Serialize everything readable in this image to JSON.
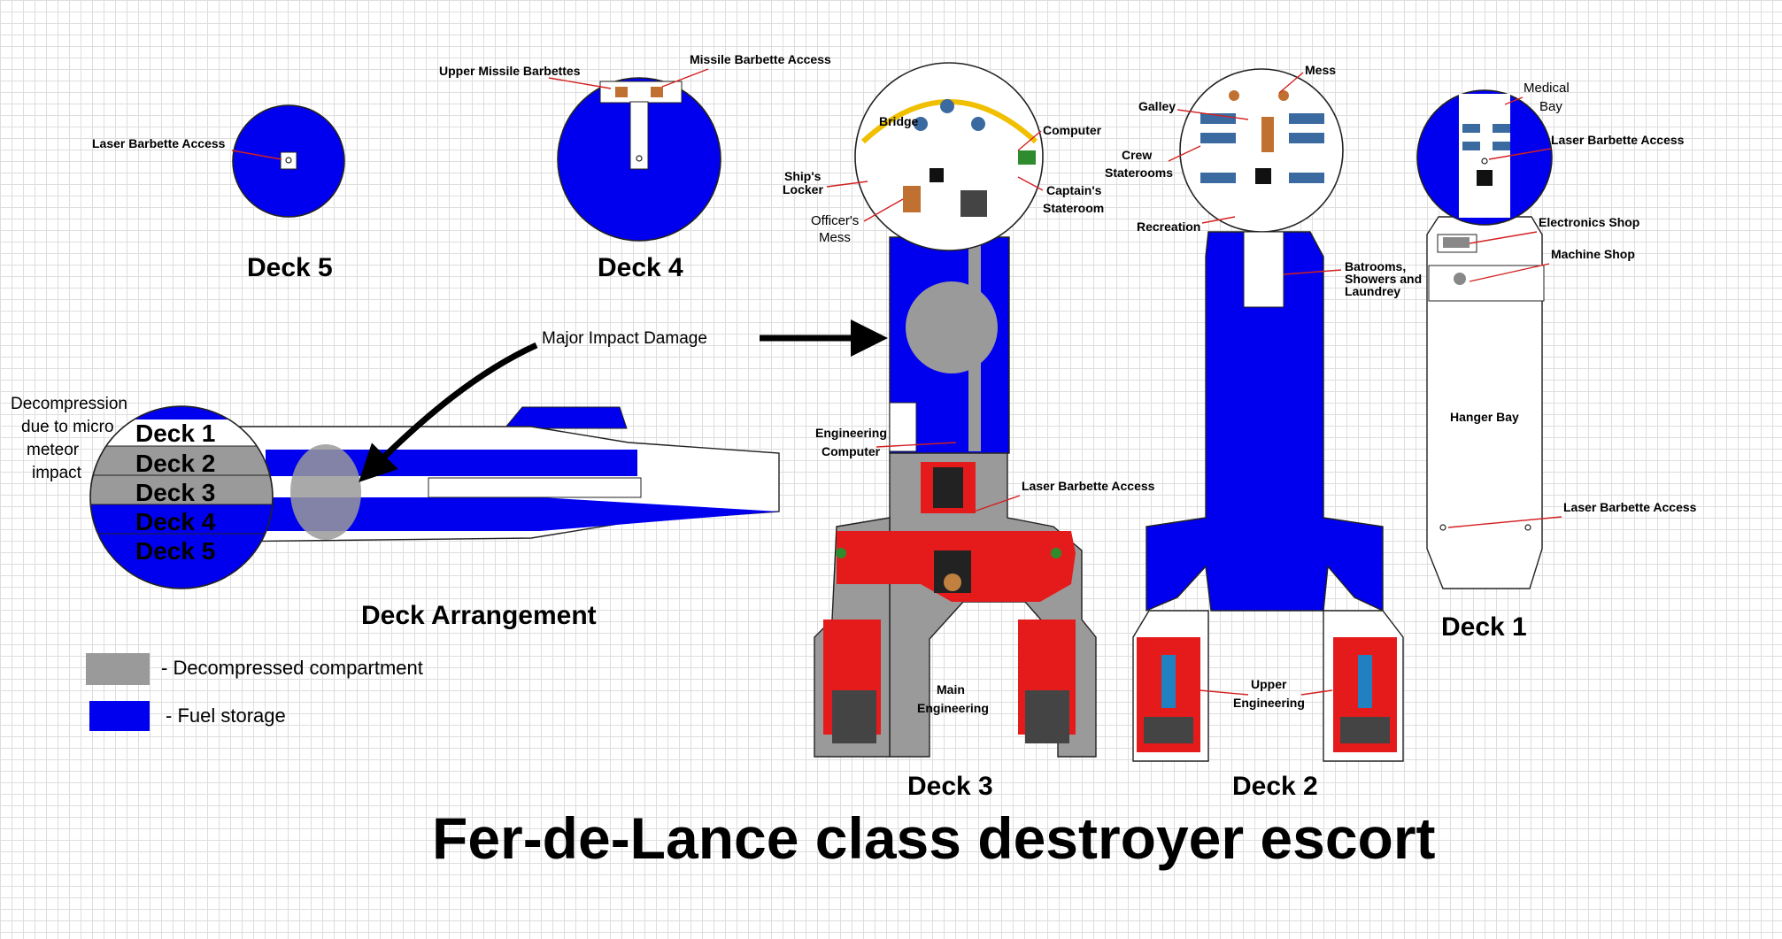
{
  "colors": {
    "fuel": "#0000ee",
    "decompressed": "#9a9a9a",
    "engineering": "#e51b1b",
    "floor": "#ffffff",
    "leader": "#d42020"
  },
  "icons": [
    "arrow-icon",
    "circle-icon"
  ],
  "title": "Fer-de-Lance class destroyer escort",
  "decks": {
    "deck5": "Deck 5",
    "deck4": "Deck 4",
    "deck3": "Deck 3",
    "deck2": "Deck 2",
    "deck1": "Deck 1"
  },
  "arrangement": {
    "title": "Deck Arrangement",
    "bands": [
      "Deck 1",
      "Deck 2",
      "Deck 3",
      "Deck 4",
      "Deck 5"
    ],
    "decompression_note": [
      "Decompression",
      "due to micro",
      "meteor",
      "impact"
    ],
    "impact_label": "Major Impact Damage"
  },
  "legend": {
    "decompressed": "-  Decompressed compartment",
    "fuel": "- Fuel storage"
  },
  "labels": {
    "deck5_laser": "Laser Barbette Access",
    "deck4_upper_missile": "Upper Missile Barbettes",
    "deck4_missile_access": "Missile Barbette Access",
    "bridge": "Bridge",
    "computer": "Computer",
    "ships_locker": [
      "Ship's",
      "Locker"
    ],
    "captains_stateroom": [
      "Captain's",
      "Stateroom"
    ],
    "officers_mess": [
      "Officer's",
      "Mess"
    ],
    "engineering_computer": [
      "Engineering",
      "Computer"
    ],
    "deck3_laser": "Laser Barbette Access",
    "main_engineering": [
      "Main",
      "Engineering"
    ],
    "mess": "Mess",
    "galley": "Galley",
    "crew_staterooms": [
      "Crew",
      "Staterooms"
    ],
    "recreation": "Recreation",
    "batrooms": [
      "Batrooms,",
      "Showers and",
      "Laundrey"
    ],
    "upper_engineering": [
      "Upper",
      "Engineering"
    ],
    "medical_bay": [
      "Medical",
      "Bay"
    ],
    "deck1_laser_top": "Laser Barbette Access",
    "electronics_shop": "Electronics Shop",
    "machine_shop": "Machine Shop",
    "hanger_bay": "Hanger Bay",
    "deck1_laser_bottom": "Laser Barbette Access"
  }
}
